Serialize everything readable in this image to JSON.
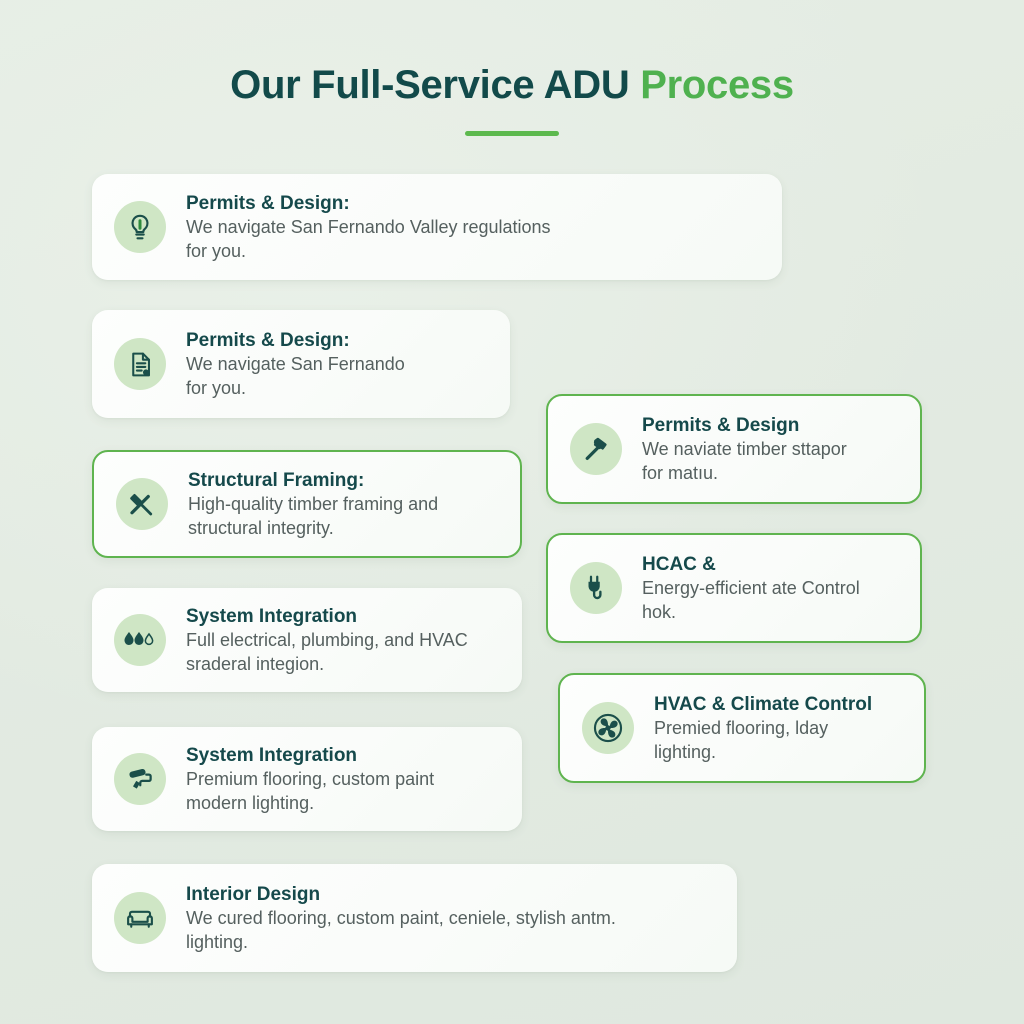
{
  "header": {
    "title_main": "Our Full-Service ADU ",
    "title_accent": "Process"
  },
  "cards": {
    "left": [
      {
        "icon": "lightbulb-icon",
        "title": "Permits & Design:",
        "desc": "We navigate San Fernando Valley regulations\nfor you."
      },
      {
        "icon": "document-icon",
        "title": "Permits & Design:",
        "desc": "We navigate San Fernando\nfor you."
      },
      {
        "icon": "hammer-wrench-icon",
        "title": "Structural Framing:",
        "desc": "High-quality timber framing and\nstructural integrity."
      },
      {
        "icon": "water-drops-icon",
        "title": "System Integration",
        "desc": "Full electrical, plumbing, and HVAC\nsraderal integion."
      },
      {
        "icon": "paint-roller-icon",
        "title": "System Integration",
        "desc": "Premium flooring, custom paint\nmodern lighting."
      },
      {
        "icon": "sofa-icon",
        "title": "Interior Design",
        "desc": "We cured flooring, custom paint, ceniele, stylish antm.\nlighting."
      }
    ],
    "right": [
      {
        "icon": "hammer-icon",
        "title": "Permits & Design",
        "desc": "We naviate timber sttapor\nfor matıu."
      },
      {
        "icon": "power-plug-icon",
        "title": "HCAC &",
        "desc": "Energy-efficient ate Control\nhok."
      },
      {
        "icon": "fan-icon",
        "title": "HVAC & Climate Control",
        "desc": "Premied flooring, lday\nlighting."
      }
    ]
  },
  "colors": {
    "background": "#e3ebe2",
    "title_dark": "#124a4a",
    "title_accent": "#4fb14f",
    "card_border_green": "#5fb44f",
    "icon_badge_bg": "#cfe6c5",
    "icon_stroke": "#1b4f4a",
    "body_text": "#55605f"
  }
}
